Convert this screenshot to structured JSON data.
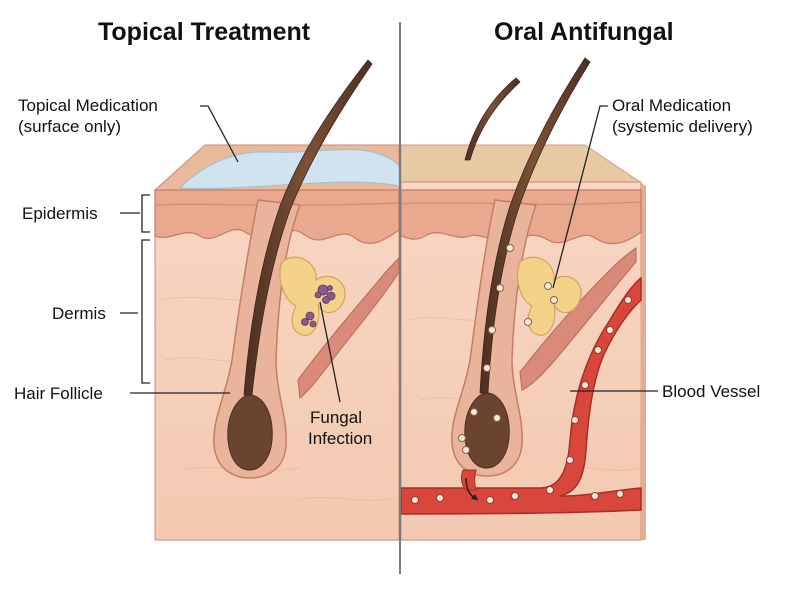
{
  "titles": {
    "left": "Topical Treatment",
    "right": "Oral Antifungal"
  },
  "labels": {
    "topical_medication": {
      "line1": "Topical Medication",
      "line2": "(surface only)"
    },
    "oral_medication": {
      "line1": "Oral Medication",
      "line2": "(systemic delivery)"
    },
    "epidermis": "Epidermis",
    "dermis": "Dermis",
    "hair_follicle": "Hair Follicle",
    "fungal_infection": {
      "line1": "Fungal",
      "line2": "Infection"
    },
    "blood_vessel": "Blood Vessel"
  },
  "colors": {
    "skin_surface": "#e9b99c",
    "skin_tan_surface": "#e7c9a4",
    "epidermis": "#e8a98f",
    "dermis": "#f6d2bd",
    "hair": "#6b4430",
    "topical_gel": "#c9e1ee",
    "sebaceous_gland": "#f5d28a",
    "fungal_spots": "#8b5a8a",
    "muscle": "#d98a78",
    "blood_vessel": "#d9473c",
    "medication_dot": "#f7ecd9",
    "divider": "#7d7d7d"
  }
}
